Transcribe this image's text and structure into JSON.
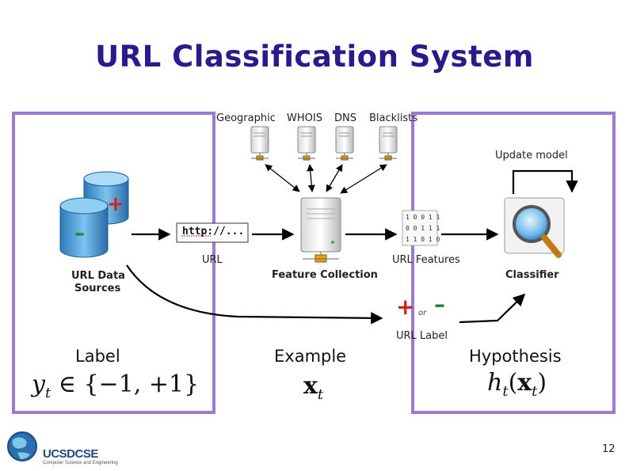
{
  "title": "URL Classification System",
  "sources": [
    "Geographic",
    "WHOIS",
    "DNS",
    "Blacklists"
  ],
  "update_model": "Update model",
  "url_data_sources": [
    "URL Data",
    "Sources"
  ],
  "url_text": "http://...",
  "url_caption": "URL",
  "feature_collection": "Feature Collection",
  "url_features": "URL Features",
  "bits": [
    "1 0 0 1 1",
    "0 0 1 1 1",
    "1 1 0 1 0"
  ],
  "classifier": "Classifier",
  "plus": "+",
  "or": "or",
  "minus": "–",
  "url_label": "URL Label",
  "label": "Label",
  "label_math": {
    "y": "y",
    "sub": "t",
    "rest": " ∈ {−1, +1}"
  },
  "example": "Example",
  "example_math": {
    "x": "x",
    "sub": "t"
  },
  "hypothesis": "Hypothesis",
  "hypothesis_math": {
    "h": "h",
    "sub1": "t",
    "open": "(",
    "x": "x",
    "sub2": "t",
    "close": ")"
  },
  "logo": {
    "name": "UCSDCSE",
    "sub": "Computer Science and Engineering"
  },
  "page_number": "12",
  "colors": {
    "title": "#2a1a8c",
    "box": "#9b7ad1",
    "plus": "#d42020",
    "minus": "#1a8a3a"
  }
}
